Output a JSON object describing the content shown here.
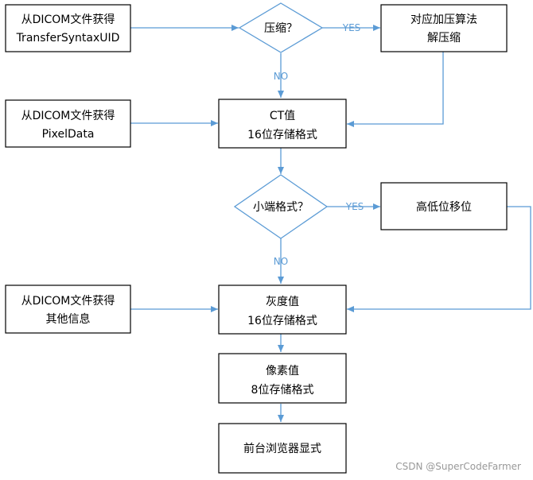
{
  "nodes": {
    "src_syntax": {
      "lines": [
        "从DICOM文件获得",
        "TransferSyntaxUID"
      ]
    },
    "q_compress": {
      "lines": [
        "压缩？"
      ]
    },
    "decompress": {
      "lines": [
        "对应加压算法",
        "解压缩"
      ]
    },
    "src_pixel": {
      "lines": [
        "从DICOM文件获得",
        "PixelData"
      ]
    },
    "ct_value": {
      "lines": [
        "CT值",
        "16位存储格式"
      ]
    },
    "q_endian": {
      "lines": [
        "小端格式？"
      ]
    },
    "byteswap": {
      "lines": [
        "高低位移位"
      ]
    },
    "src_other": {
      "lines": [
        "从DICOM文件获得",
        "其他信息"
      ]
    },
    "gray_value": {
      "lines": [
        "灰度值",
        "16位存储格式"
      ]
    },
    "pixel_value": {
      "lines": [
        "像素值",
        "8位存储格式"
      ]
    },
    "browser": {
      "lines": [
        "前台浏览器显式"
      ]
    }
  },
  "edges": {
    "syntax_to_compress": {
      "label": ""
    },
    "compress_yes": {
      "label": "YES"
    },
    "compress_no": {
      "label": "NO"
    },
    "decompress_to_ct": {
      "label": ""
    },
    "pixel_to_ct": {
      "label": ""
    },
    "ct_to_endian": {
      "label": ""
    },
    "endian_yes": {
      "label": "YES"
    },
    "endian_no": {
      "label": "NO"
    },
    "swap_to_gray": {
      "label": ""
    },
    "other_to_gray": {
      "label": ""
    },
    "gray_to_pixel": {
      "label": ""
    },
    "pixel_to_browser": {
      "label": ""
    }
  },
  "watermark": "CSDN @SuperCodeFarmer",
  "colors": {
    "connector": "#5b9bd5",
    "box_border": "#000000",
    "background": "#ffffff"
  }
}
